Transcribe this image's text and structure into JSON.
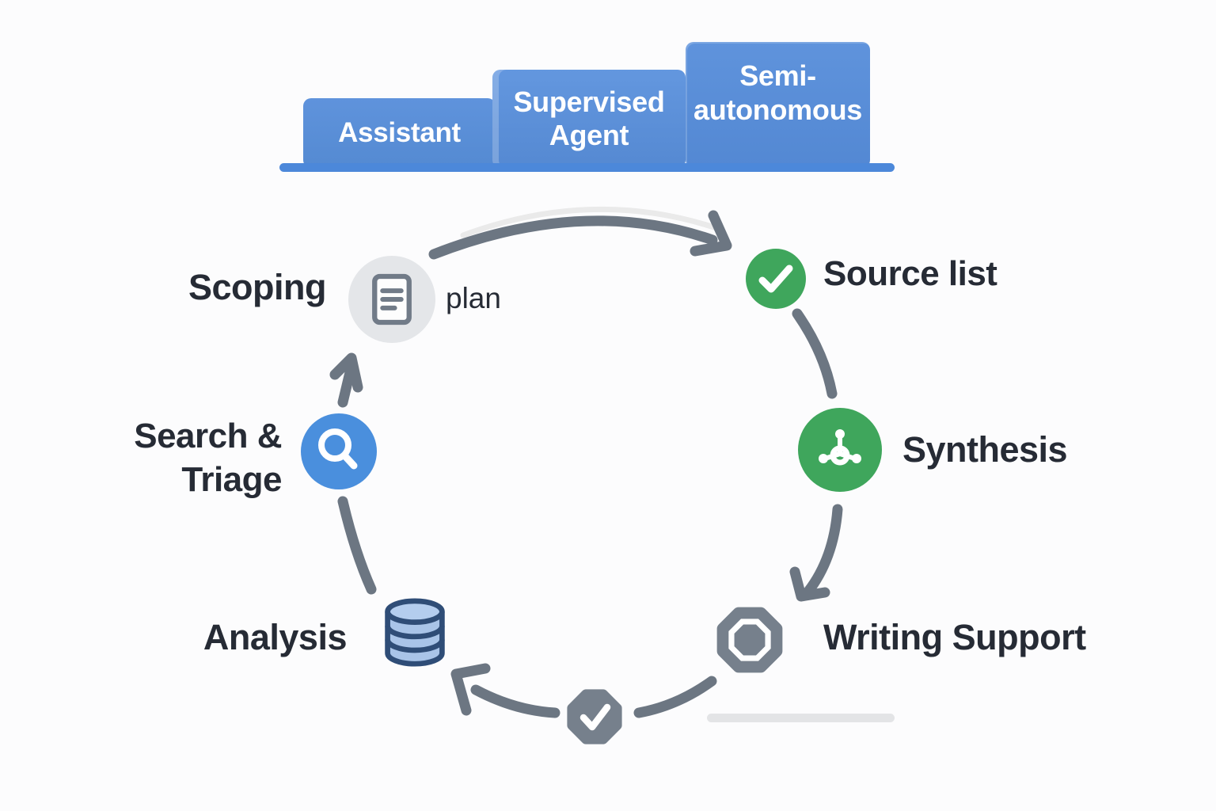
{
  "maturity": {
    "steps": [
      {
        "label": "Assistant"
      },
      {
        "label": "Supervised Agent"
      },
      {
        "label": "Semi-autonomous"
      }
    ]
  },
  "cycle": {
    "stages": [
      {
        "id": "scoping",
        "label": "Scoping",
        "artifact": "plan",
        "icon": "document-icon"
      },
      {
        "id": "source-list",
        "label": "Source list",
        "icon": "check-circle-icon"
      },
      {
        "id": "synthesis",
        "label": "Synthesis",
        "icon": "hub-icon"
      },
      {
        "id": "writing-support",
        "label": "Writing Support",
        "icon": "octagon-icon"
      },
      {
        "id": "analysis",
        "label": "Analysis",
        "icon": "database-icon"
      },
      {
        "id": "search-triage",
        "label": "Search & Triage",
        "icon": "search-icon"
      }
    ]
  },
  "colors": {
    "step_blue": "#5b8fd9",
    "baseline_blue": "#4c88da",
    "green": "#3fa65c",
    "node_blue": "#4a8fdd",
    "arrow_gray": "#6c7682",
    "octagon_gray": "#76808c",
    "scoping_circle_gray": "#e4e6e9",
    "database_fill": "#a9c4e8",
    "database_stroke": "#2f4d77",
    "label_dark": "#262b35"
  }
}
